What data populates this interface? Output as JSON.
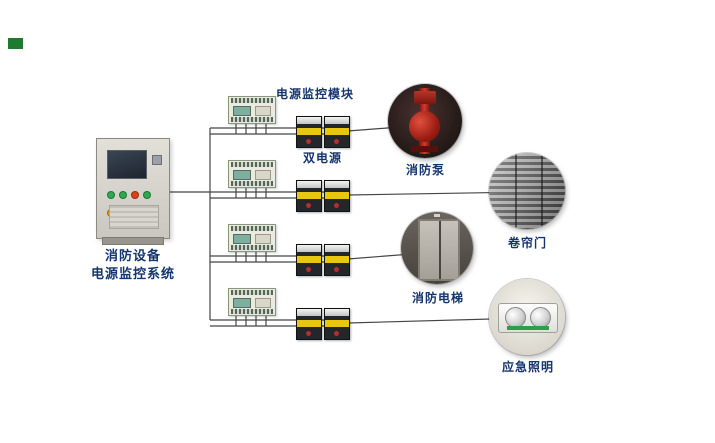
{
  "system": {
    "cabinet_label_line1": "消防设备",
    "cabinet_label_line2": "电源监控系统"
  },
  "annotations": {
    "module_label": "电源监控模块",
    "dual_power_label": "双电源"
  },
  "equipment": [
    {
      "name": "消防泵"
    },
    {
      "name": "卷帘门"
    },
    {
      "name": "消防电梯"
    },
    {
      "name": "应急照明"
    }
  ],
  "colors": {
    "label_text": "#15356d",
    "wire": "#454545",
    "brand_green": "#1e7a2e",
    "ats_yellow": "#e8c714",
    "pump_red": "#b22020"
  }
}
